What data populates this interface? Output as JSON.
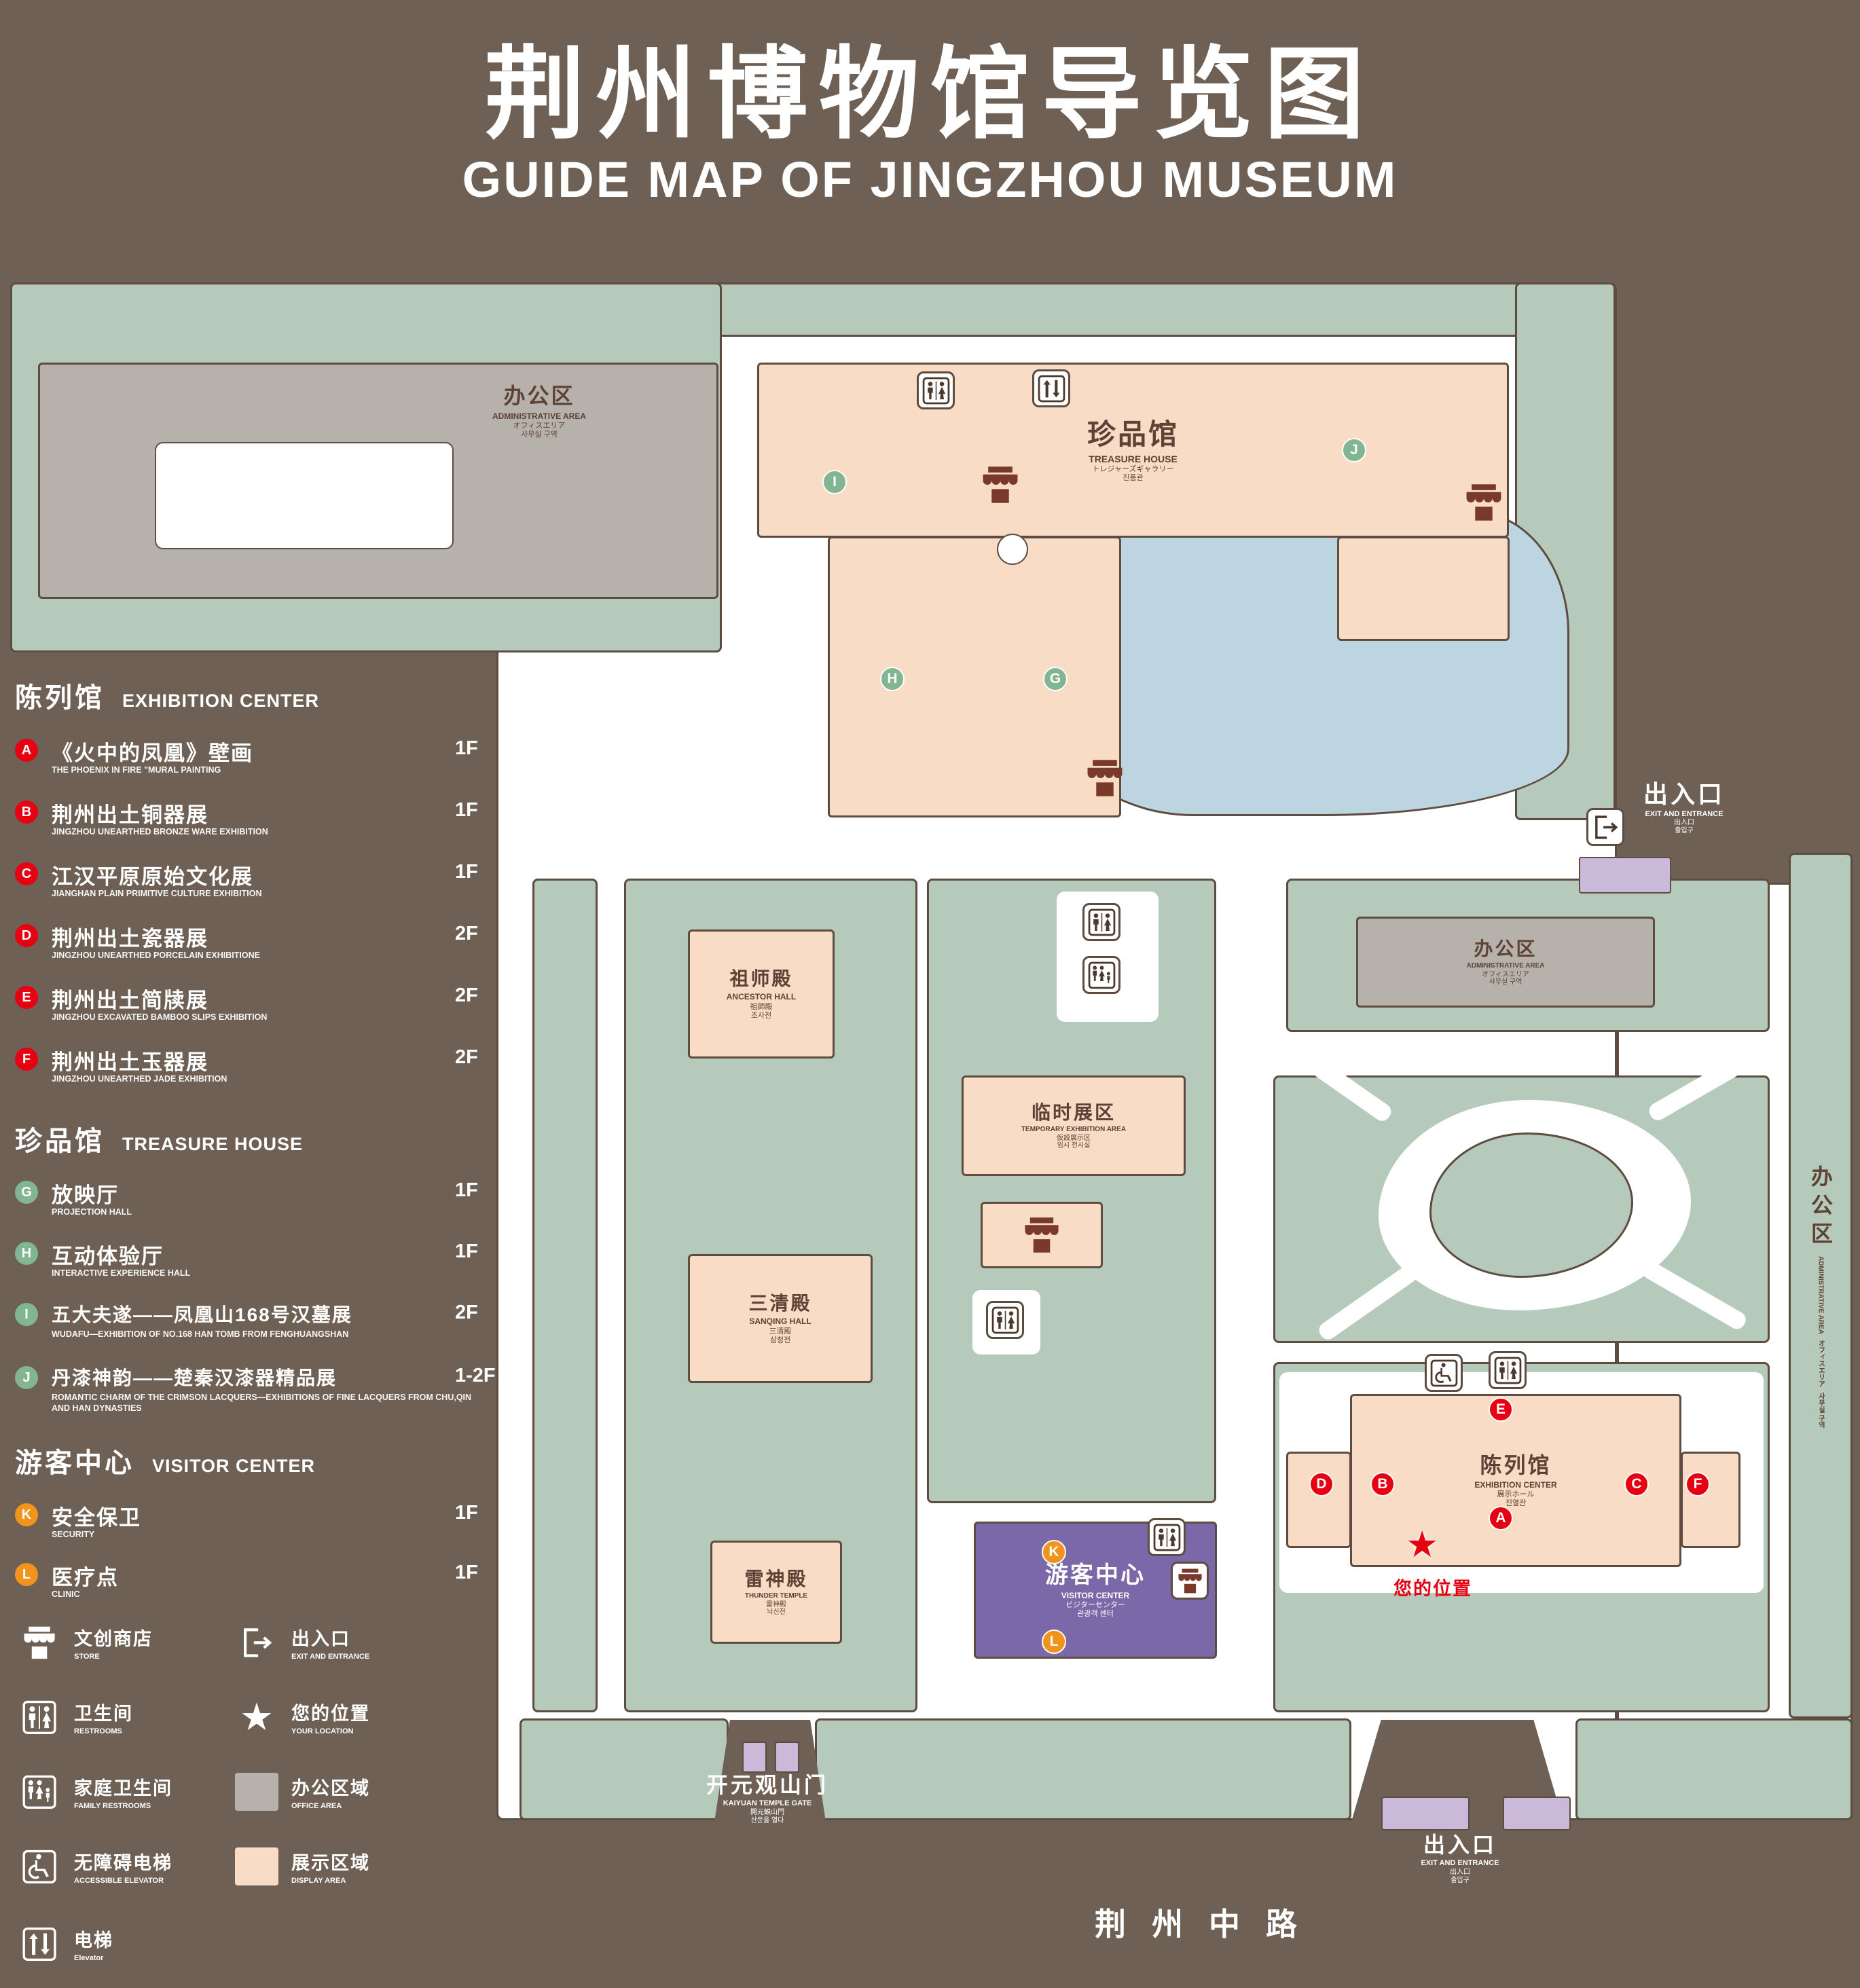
{
  "title": {
    "zh": "荆州博物馆导览图",
    "en": "GUIDE MAP OF JINGZHOU MUSEUM"
  },
  "colors": {
    "background": "#6E6055",
    "lawn": "#B6CABB",
    "display_area": "#F9DCC6",
    "office_area": "#B7B1AC",
    "pond": "#BDD5E1",
    "visitor_center": "#7B68A8",
    "entrance_block": "#CBB9DA",
    "path": "#FFFFFF",
    "outline": "#5D4C3F",
    "marker_red": "#E60012",
    "marker_green": "#82B591",
    "marker_orange": "#F0941D",
    "location_red": "#E60012"
  },
  "legend": {
    "sections": [
      {
        "zh": "陈列馆",
        "en": "EXHIBITION CENTER",
        "items": [
          {
            "letter": "A",
            "zh": "《火中的凤凰》壁画",
            "en": "THE PHOENIX IN FIRE \"MURAL PAINTING",
            "floor": "1F"
          },
          {
            "letter": "B",
            "zh": "荆州出土铜器展",
            "en": "JINGZHOU UNEARTHED BRONZE WARE EXHIBITION",
            "floor": "1F"
          },
          {
            "letter": "C",
            "zh": "江汉平原原始文化展",
            "en": "JIANGHAN PLAIN PRIMITIVE CULTURE EXHIBITION",
            "floor": "1F"
          },
          {
            "letter": "D",
            "zh": "荆州出土瓷器展",
            "en": "JINGZHOU UNEARTHED PORCELAIN EXHIBITIONE",
            "floor": "2F"
          },
          {
            "letter": "E",
            "zh": "荆州出土简牍展",
            "en": "JINGZHOU EXCAVATED BAMBOO SLIPS EXHIBITION",
            "floor": "2F"
          },
          {
            "letter": "F",
            "zh": "荆州出土玉器展",
            "en": "JINGZHOU UNEARTHED JADE EXHIBITION",
            "floor": "2F"
          }
        ]
      },
      {
        "zh": "珍品馆",
        "en": "TREASURE HOUSE",
        "items": [
          {
            "letter": "G",
            "zh": "放映厅",
            "en": "PROJECTION HALL",
            "floor": "1F"
          },
          {
            "letter": "H",
            "zh": "互动体验厅",
            "en": "INTERACTIVE EXPERIENCE HALL",
            "floor": "1F"
          },
          {
            "letter": "I",
            "zh": "五大夫遂——凤凰山168号汉墓展",
            "en": "WUDAFU—EXHIBITION OF NO.168 HAN TOMB FROM FENGHUANGSHAN",
            "floor": "2F"
          },
          {
            "letter": "J",
            "zh": "丹漆神韵——楚秦汉漆器精品展",
            "en": "ROMANTIC CHARM OF THE CRIMSON LACQUERS—EXHIBITIONS OF FINE LACQUERS FROM CHU,QIN AND HAN DYNASTIES",
            "floor": "1-2F"
          }
        ]
      },
      {
        "zh": "游客中心",
        "en": "VISITOR CENTER",
        "items": [
          {
            "letter": "K",
            "zh": "安全保卫",
            "en": "SECURITY",
            "floor": "1F"
          },
          {
            "letter": "L",
            "zh": "医疗点",
            "en": "CLINIC",
            "floor": "1F"
          }
        ]
      }
    ],
    "symbols": [
      {
        "zh": "文创商店",
        "en": "STORE"
      },
      {
        "zh": "出入口",
        "en": "EXIT AND ENTRANCE"
      },
      {
        "zh": "卫生间",
        "en": "RESTROOMS"
      },
      {
        "zh": "您的位置",
        "en": "YOUR LOCATION"
      },
      {
        "zh": "家庭卫生间",
        "en": "FAMILY RESTROOMS"
      },
      {
        "zh": "办公区域",
        "en": "OFFICE AREA"
      },
      {
        "zh": "无障碍电梯",
        "en": "ACCESSIBLE ELEVATOR"
      },
      {
        "zh": "展示区域",
        "en": "DISPLAY AREA"
      },
      {
        "zh": "电梯",
        "en": "Elevator"
      }
    ]
  },
  "map": {
    "buildings": {
      "admin_nw": {
        "zh": "办公区",
        "en": "ADMINISTRATIVE AREA",
        "jp": "オフィスエリア",
        "kr": "사무실 구역"
      },
      "treasure_house": {
        "zh": "珍品馆",
        "en": "TREASURE HOUSE",
        "jp": "トレジャーズギャラリー",
        "kr": "진품관"
      },
      "ancestor_hall": {
        "zh": "祖师殿",
        "en": "ANCESTOR HALL",
        "jp": "祖師殿",
        "kr": "조사전"
      },
      "temporary_exhibition": {
        "zh": "临时展区",
        "en": "TEMPORARY EXHIBITION AREA",
        "jp": "仮設展示区",
        "kr": "임시 전시실"
      },
      "admin_e": {
        "zh": "办公区",
        "en": "ADMINISTRATIVE AREA",
        "jp": "オフィスエリア",
        "kr": "사무실 구역"
      },
      "sanqing_hall": {
        "zh": "三清殿",
        "en": "SANQING HALL",
        "jp": "三清殿",
        "kr": "삼청전"
      },
      "thunder_temple": {
        "zh": "雷神殿",
        "en": "THUNDER TEMPLE",
        "jp": "雷神殿",
        "kr": "뇌신전"
      },
      "visitor_center": {
        "zh": "游客中心",
        "en": "VISITOR CENTER",
        "jp": "ビジターセンター",
        "kr": "관광객 센터"
      },
      "exhibition_center": {
        "zh": "陈列馆",
        "en": "EXHIBITION CENTER",
        "jp": "展示ホール",
        "kr": "진열관"
      },
      "admin_se": {
        "zh": "办公区",
        "en": "ADMINISTRATIVE AREA",
        "jp": "オフィスエリア",
        "kr": "사무실 구역"
      }
    },
    "labels": {
      "exit_ne": {
        "zh": "出入口",
        "en": "EXIT AND ENTRANCE",
        "jp": "出入口",
        "kr": "출입구"
      },
      "exit_s": {
        "zh": "出入口",
        "en": "EXIT AND ENTRANCE",
        "jp": "出入口",
        "kr": "출입구"
      },
      "gate": {
        "zh": "开元观山门",
        "en": "KAIYUAN TEMPLE GATE",
        "jp": "開元観山門",
        "kr": "산문을 열다"
      },
      "road": {
        "zh": "荆州中路"
      },
      "your_location": {
        "zh": "您的位置"
      }
    },
    "marker_letters": {
      "A": "A",
      "B": "B",
      "C": "C",
      "D": "D",
      "E": "E",
      "F": "F",
      "G": "G",
      "H": "H",
      "I": "I",
      "J": "J",
      "K": "K",
      "L": "L"
    }
  }
}
